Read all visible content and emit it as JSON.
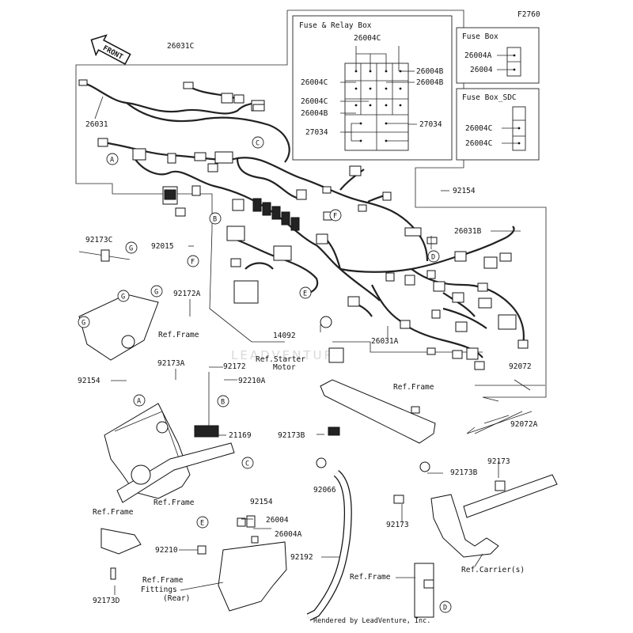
{
  "diagram_code": "F2760",
  "front_label": "FRONT",
  "watermark": "LEADVENTURE",
  "footer": "Rendered by LeadVenture, Inc.",
  "fuse_relay_box": {
    "title": "Fuse & Relay Box",
    "labels": [
      "26004C",
      "26004C",
      "26004B",
      "26004B",
      "26004C",
      "26004B",
      "27034",
      "27034"
    ]
  },
  "fuse_box": {
    "title": "Fuse Box",
    "labels": [
      "26004A",
      "26004"
    ]
  },
  "fuse_box_sdc": {
    "title": "Fuse Box_SDC",
    "labels": [
      "26004C",
      "26004C"
    ]
  },
  "part_labels": [
    "26031C",
    "26031",
    "92154",
    "26031B",
    "92173C",
    "92015",
    "92172A",
    "14092",
    "26031A",
    "92072",
    "92154",
    "92173A",
    "92172",
    "92210A",
    "21169",
    "92072A",
    "92173B",
    "92154",
    "92066",
    "92173B",
    "92173",
    "92173",
    "26004",
    "26004A",
    "92210",
    "92192",
    "92173D"
  ],
  "ref_labels": [
    "Ref.Frame",
    "Ref.Starter",
    "Motor",
    "Ref.Frame",
    "Ref.Frame",
    "Ref.Frame",
    "Ref.Frame",
    "Fittings",
    "(Rear)",
    "Ref.Frame",
    "Ref.Carrier(s)"
  ],
  "callouts": [
    "A",
    "B",
    "C",
    "D",
    "E",
    "F",
    "G",
    "G",
    "G",
    "G",
    "F",
    "E",
    "A",
    "B",
    "C",
    "D"
  ]
}
